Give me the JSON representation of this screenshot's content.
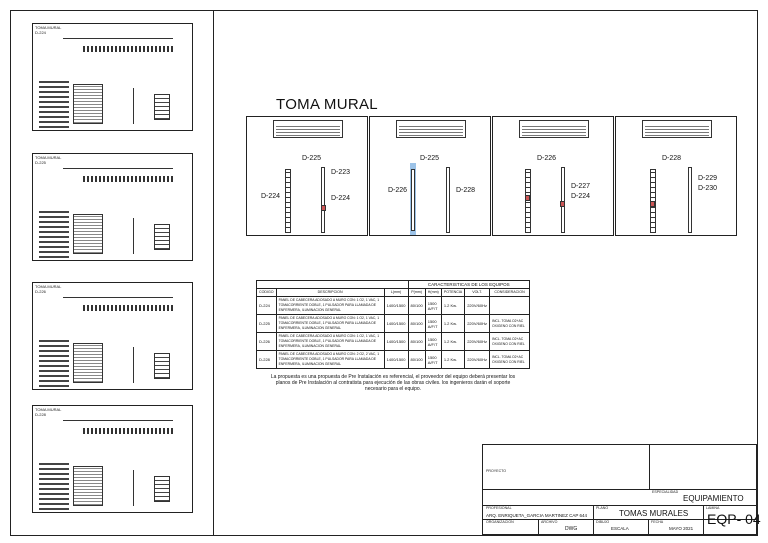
{
  "thumbnails": [
    {
      "label": "TOMA MURAL\nD-224"
    },
    {
      "label": "TOMA MURAL\nD-225"
    },
    {
      "label": "TOMA MURAL\nD-226"
    },
    {
      "label": "TOMA MURAL\nD-228"
    }
  ],
  "main_title": "TOMA MURAL",
  "panels": [
    {
      "code": "D-224",
      "side_label": "D-224",
      "marks": [
        "D-225",
        "D-223"
      ]
    },
    {
      "code": "D-225",
      "side_label": "D-225",
      "marks": [
        "D-228",
        "D-226"
      ]
    },
    {
      "code": "D-226",
      "side_label": "D-226",
      "marks": [
        "D-227",
        "D-224"
      ]
    },
    {
      "code": "D-228",
      "side_label": "D-228",
      "marks": [
        "D-229",
        "D-230"
      ]
    }
  ],
  "equipment_table": {
    "title": "CARACTERISTICAS DE LOS EQUIPOS",
    "headers": [
      "CODIGO",
      "DESCRIPCION",
      "L(mm)",
      "P(mm)",
      "H(mm)",
      "POTENCIA",
      "VOLT.",
      "CONSIDERACION"
    ],
    "rows": [
      {
        "codigo": "D-224",
        "descripcion": "PANEL DE CABECERA ADOSADO A MURO CON: 1 O2, 1 VAC, 1 TOMACORRIENTE DOBLE, 1 PULSADOR PARA LLAMADA DE ENFERMERA, ILUMINACION GENERAL",
        "l": "1400/1500",
        "p": "80/100",
        "h": "1500 A/F/T",
        "potencia": "1.2 Kw.",
        "volt": "220V/60Hz",
        "consideracion": ""
      },
      {
        "codigo": "D-225",
        "descripcion": "PANEL DE CABECERA ADOSADO A MURO CON: 1 O2, 1 VAC, 1 TOMACORRIENTE DOBLE, 1 PULSADOR PARA LLAMADA DE ENFERMERA, ILUMINACION GENERAL",
        "l": "1400/1500",
        "p": "80/100",
        "h": "1500 A/F/T",
        "potencia": "1.2 Kw.",
        "volt": "220V/60Hz",
        "consideracion": "INCL. TOMA O2+AC OXIGENO CON RIEL"
      },
      {
        "codigo": "D-226",
        "descripcion": "PANEL DE CABECERA ADOSADO A MURO CON: 1 O2, 1 VAC, 1 TOMACORRIENTE DOBLE, 1 PULSADOR PARA LLAMADA DE ENFERMERA, ILUMINACION GENERAL",
        "l": "1400/1500",
        "p": "80/100",
        "h": "1500 A/F/T",
        "potencia": "1.2 Kw.",
        "volt": "220V/60Hz",
        "consideracion": "INCL. TOMA O2+AC OXIGENO CON RIEL"
      },
      {
        "codigo": "D-228",
        "descripcion": "PANEL DE CABECERA ADOSADO A MURO CON: 2 O2, 2 VAC, 1 TOMACORRIENTE DOBLE, 1 PULSADOR PARA LLAMADA DE ENFERMERA, ILUMINACION GENERAL",
        "l": "1400/1500",
        "p": "80/100",
        "h": "1500 A/F/T",
        "potencia": "1.2 Kw.",
        "volt": "220V/60Hz",
        "consideracion": "INCL. TOMA O2+AC OXIGENO CON RIEL"
      }
    ]
  },
  "footnote": "La propuesta es una propuesta de Pre Instalación es referencial, el proveedor del equipo deberá presentar los planos de Pre Instalación al contratista para ejecución de las obras civiles. los ingenieros darán el soporte necesario para el equipo.",
  "title_block": {
    "proyecto_label": "PROYECTO",
    "especialidad_label": "ESPECIALIDAD",
    "especialidad": "EQUIPAMIENTO",
    "profesional_label": "PROFESIONAL",
    "profesional": "ARQ. ENRIQUETA_GARCIA MARTINEZ CAP 644",
    "plano_label": "PLANO",
    "plano": "TOMAS MURALES",
    "lamina_label": "LAMINA",
    "lamina": "EQP- 04",
    "organizacion_label": "ORGANIZACION",
    "archivo_label": "ARCHIVO",
    "archivo": "DWG",
    "dibujo_label": "DIBUJO",
    "escala_label": "ESCALA",
    "escala": "ESCALA",
    "fecha_label": "FECHA",
    "fecha": "MAYO 2021"
  }
}
